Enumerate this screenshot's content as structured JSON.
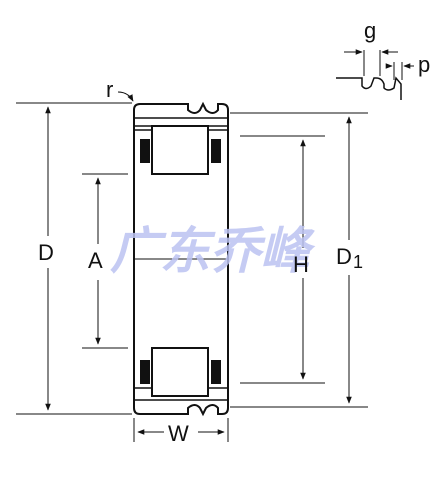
{
  "labels": {
    "r": "r",
    "g": "g",
    "p": "p",
    "D": "D",
    "A": "A",
    "H": "H",
    "D1": "D",
    "D1_sub": "1",
    "W": "W"
  },
  "watermark": "广东乔峰",
  "colors": {
    "line": "#111111",
    "watermark": "#bcc3f2",
    "background": "#ffffff"
  }
}
